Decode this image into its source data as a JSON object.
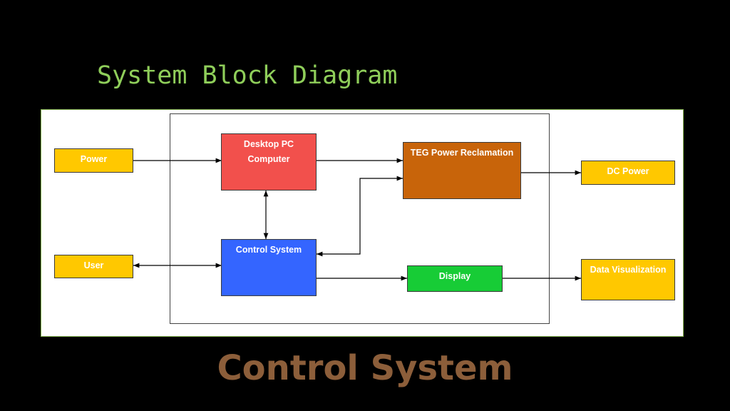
{
  "title": "System Block Diagram",
  "footer": "Control System",
  "blocks": {
    "power": "Power",
    "user": "User",
    "desktop_line1": "Desktop PC",
    "desktop_line2": "Computer",
    "control": "Control System",
    "teg": "TEG Power Reclamation",
    "display": "Display",
    "dc_power": "DC Power",
    "data_vis": "Data Visualization"
  },
  "colors": {
    "background": "#000000",
    "title": "#8fce5a",
    "footer": "#8c5e3a",
    "input_output": "#ffc800",
    "desktop_pc": "#f2504c",
    "teg": "#c8640a",
    "control_system": "#3465ff",
    "display": "#17cc36"
  },
  "connections": [
    {
      "from": "Power",
      "to": "Desktop PC Computer",
      "direction": "one-way"
    },
    {
      "from": "Desktop PC Computer",
      "to": "TEG Power Reclamation",
      "direction": "one-way"
    },
    {
      "from": "TEG Power Reclamation",
      "to": "DC Power",
      "direction": "one-way"
    },
    {
      "from": "Desktop PC Computer",
      "to": "Control System",
      "direction": "two-way"
    },
    {
      "from": "User",
      "to": "Control System",
      "direction": "two-way"
    },
    {
      "from": "TEG Power Reclamation",
      "to": "Control System",
      "direction": "two-way"
    },
    {
      "from": "Control System",
      "to": "Display",
      "direction": "one-way"
    },
    {
      "from": "Display",
      "to": "Data Visualization",
      "direction": "one-way"
    }
  ]
}
